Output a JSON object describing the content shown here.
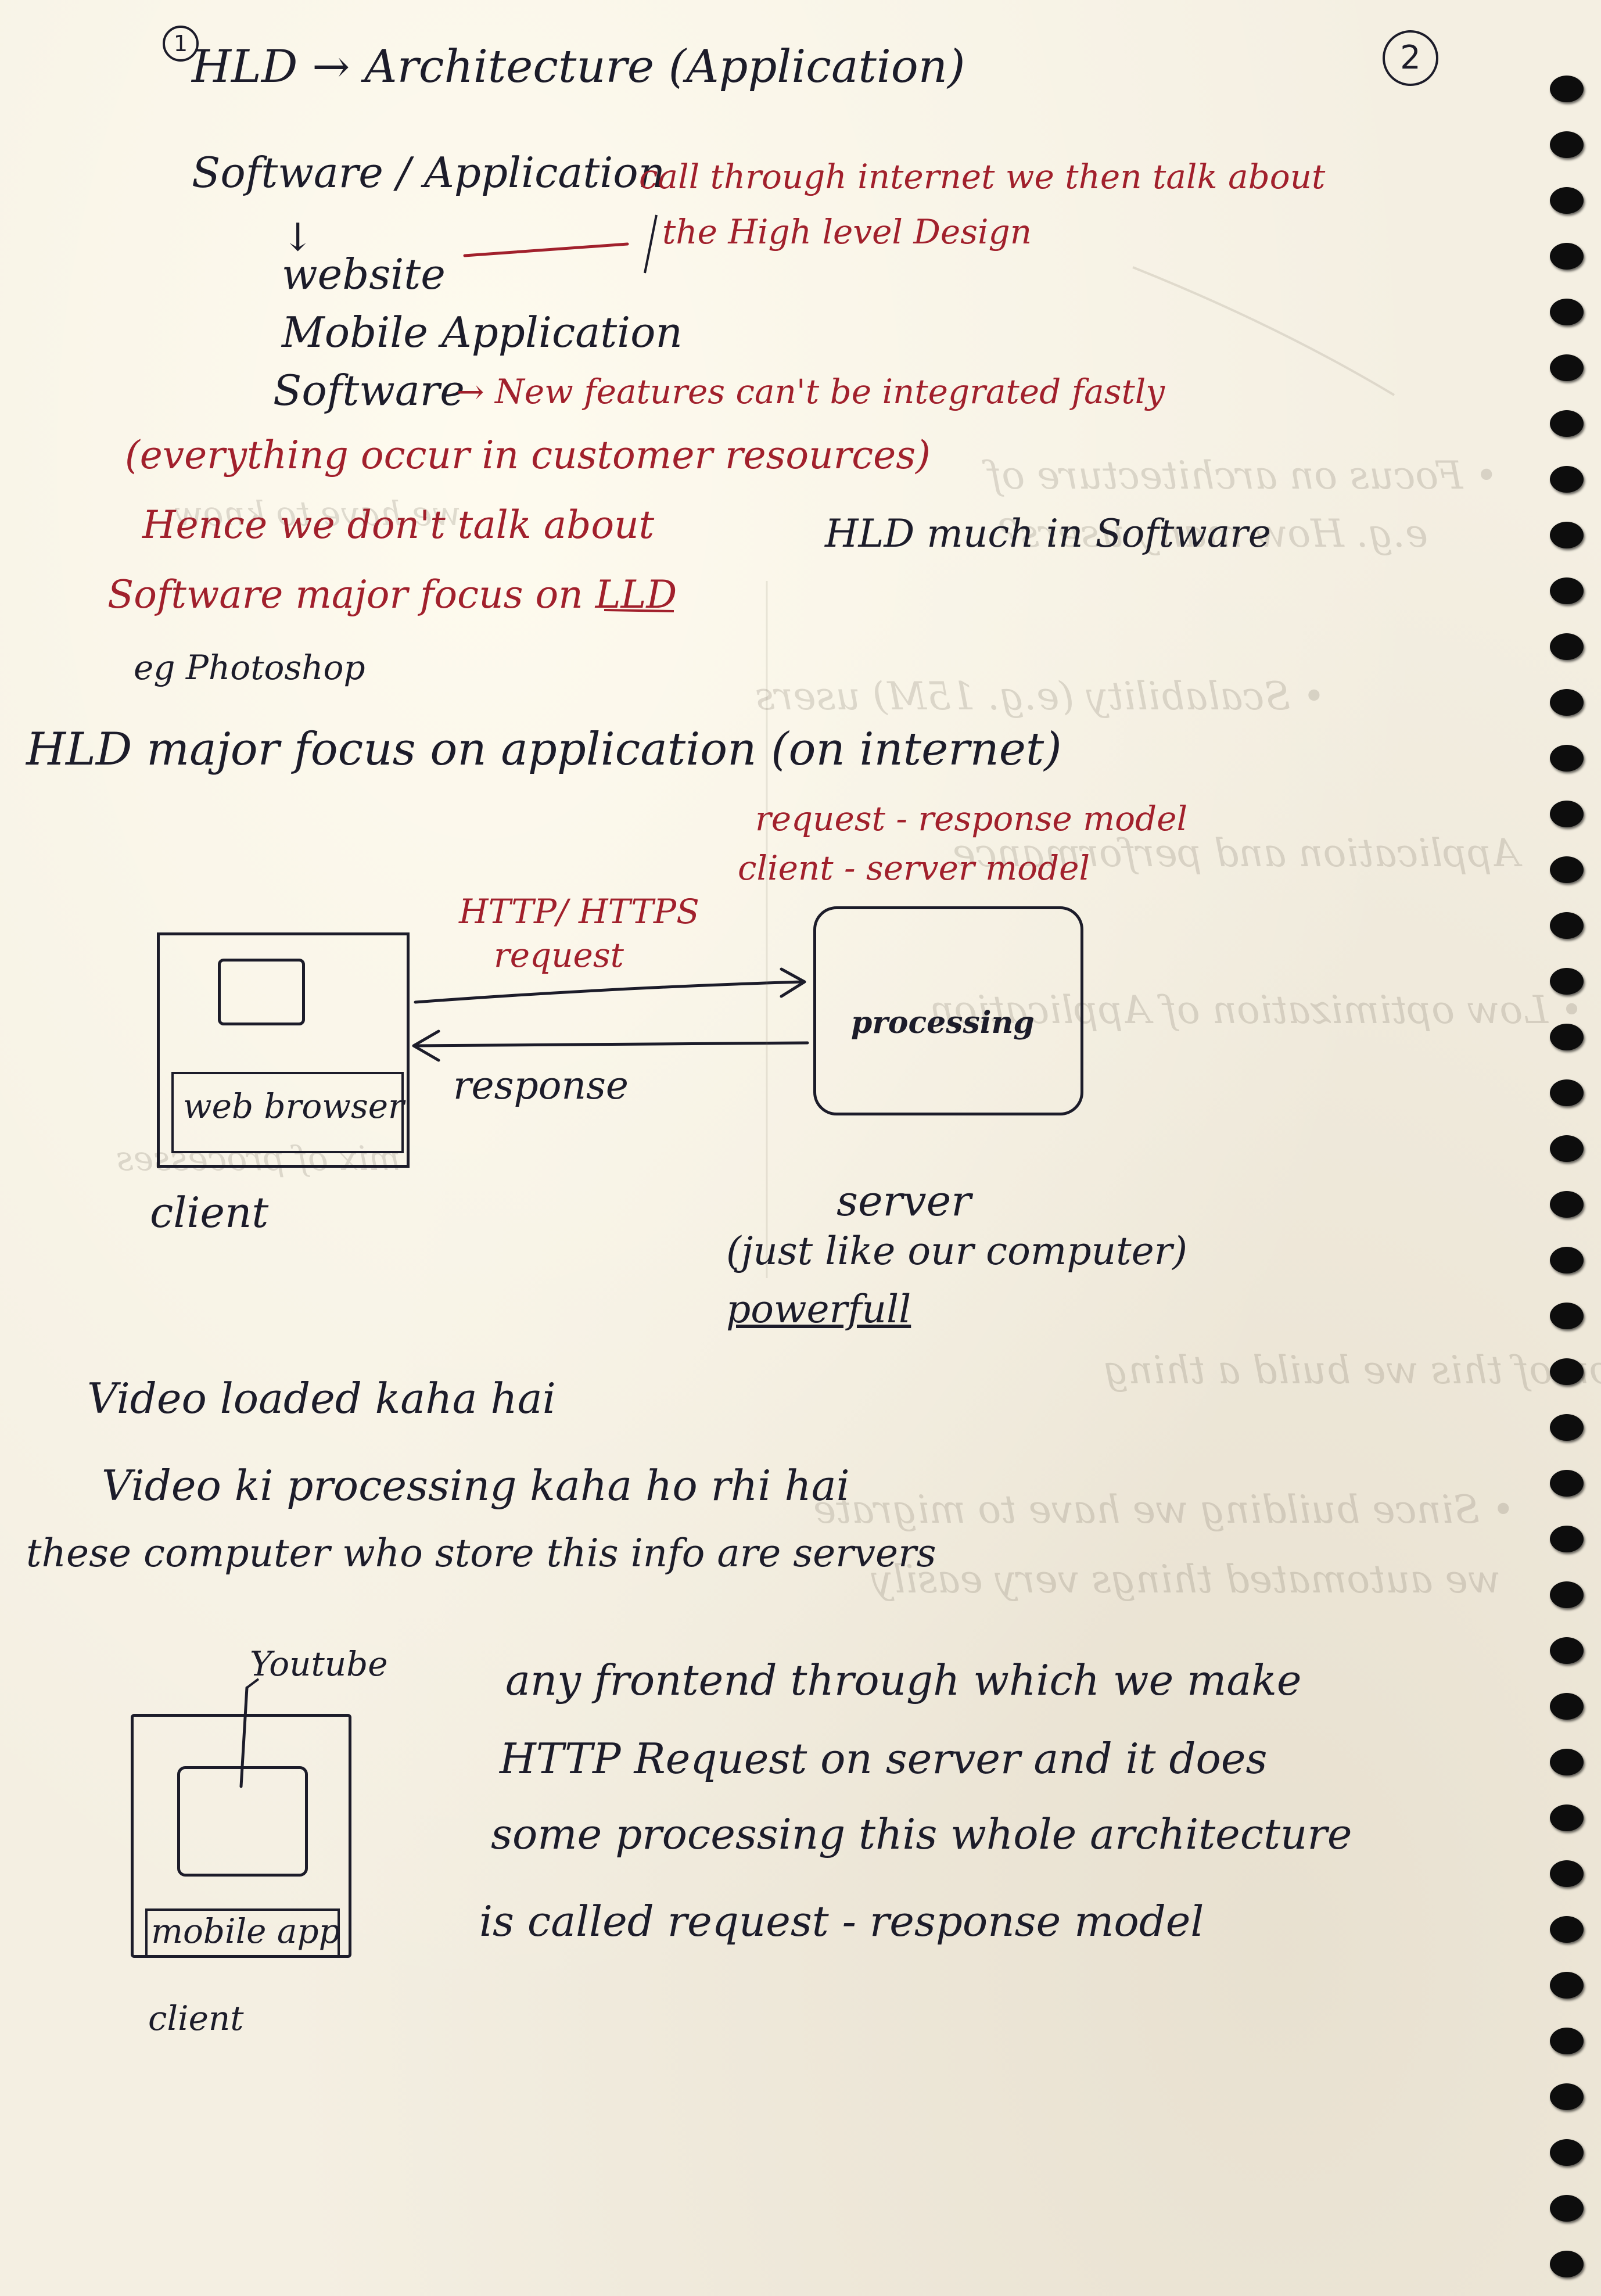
{
  "page": {
    "page_number": "2",
    "corner_number": "1"
  },
  "heading": "HLD → Architecture (Application)",
  "software_application": "Software / Application",
  "arrow_down": "↓",
  "red_note_line1": "call through internet we then talk about",
  "red_note_line2": "the High level Design",
  "list": {
    "website": "website",
    "mobile": "Mobile Application",
    "software": "Software",
    "software_note": "→ New features can't be integrated fastly"
  },
  "red_paragraph": {
    "line1": "(everything occur in customer resources)",
    "line2": "Hence we don't talk about",
    "line2b": "HLD much in Software",
    "line3": "Software major focus on LLD"
  },
  "eg_photoshop": "eg Photoshop",
  "hld_focus": "HLD major focus on application (on internet)",
  "red_models": {
    "model1": "request - response model",
    "model2": "client - server model"
  },
  "diagram1": {
    "http_label": "HTTP/ HTTPS",
    "request_label": "request",
    "response_label": "response",
    "browser_label": "web browser",
    "client_label": "client",
    "processing_label": "processing",
    "server_label": "server",
    "server_note": "(just like our computer)",
    "powerful": "powerfull"
  },
  "questions": {
    "q1": "Video loaded kaha hai",
    "q2": "Video ki processing kaha ho rhi hai",
    "q3": "these computer who store this info are servers"
  },
  "diagram2": {
    "youtube_label": "Youtube",
    "mobile_label": "mobile app",
    "client_label": "client"
  },
  "explanation": {
    "line1": "any frontend through which we make",
    "line2": "HTTP Request on server and it does",
    "line3": "some processing this whole architecture",
    "line4": "is called request - response model"
  },
  "colors": {
    "ink": "#1c1c2a",
    "red_ink": "#a1202c",
    "paper": "#f4efe2"
  }
}
